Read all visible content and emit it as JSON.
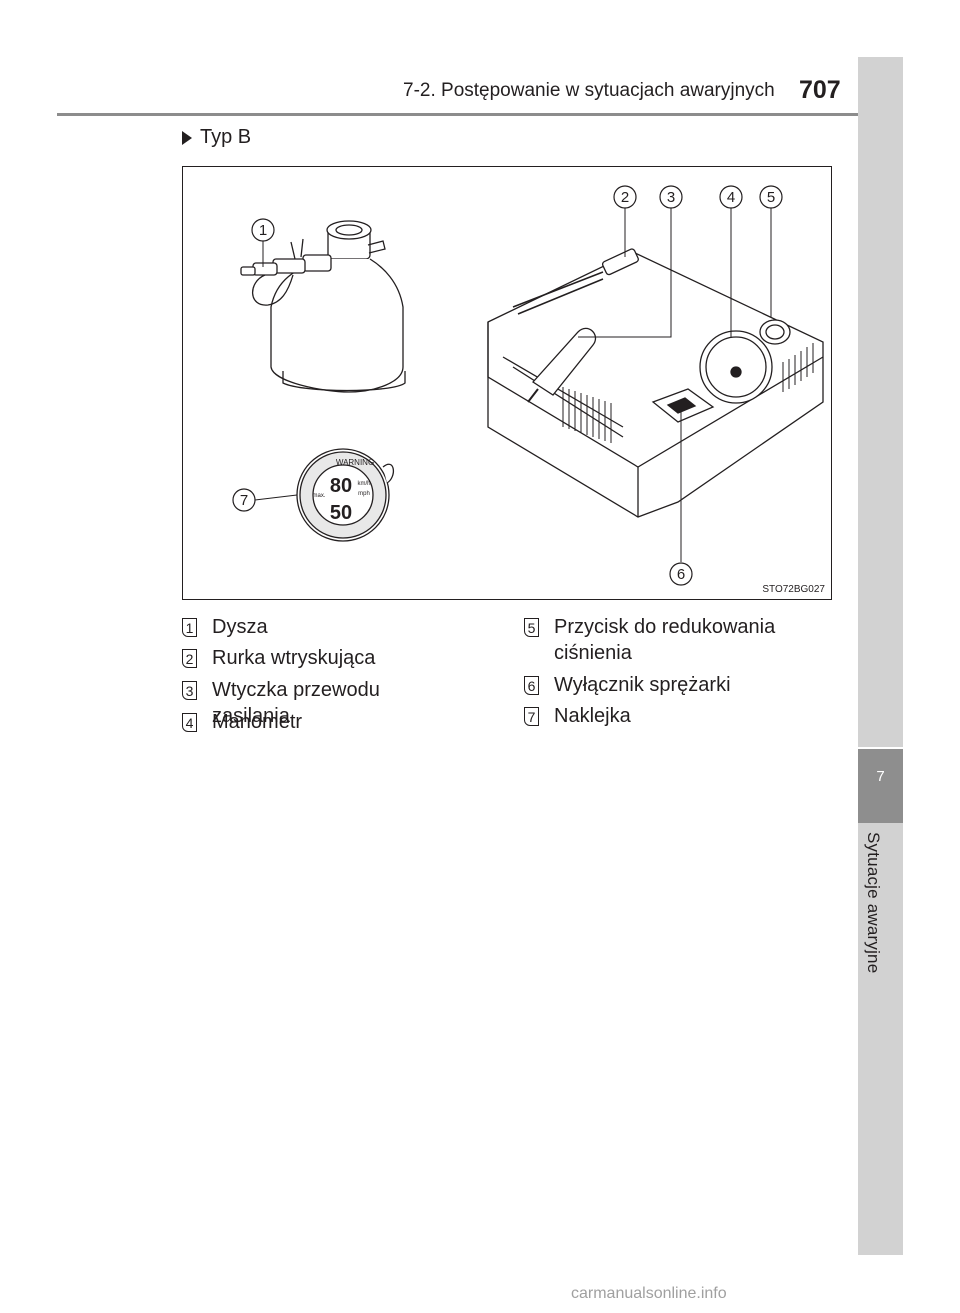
{
  "header": {
    "title": "7-2. Postępowanie w sytuacjach awaryjnych",
    "page_number": "707"
  },
  "sidebar": {
    "chapter_number": "7",
    "chapter_title": "Sytuacje awaryjne"
  },
  "section": {
    "heading": "Typ B"
  },
  "figure": {
    "code": "STO72BG027",
    "callouts": [
      "1",
      "2",
      "3",
      "4",
      "5",
      "6",
      "7"
    ],
    "sticker": {
      "warning": "WARNING",
      "speed_kmh": "80",
      "speed_mph": "50",
      "unit_kmh": "km/h",
      "unit_mph": "mph",
      "max_label": "max."
    }
  },
  "legend": [
    {
      "num": "1",
      "text": "Dysza"
    },
    {
      "num": "2",
      "text": "Rurka wtryskująca"
    },
    {
      "num": "3",
      "text": "Wtyczka przewodu zasilania"
    },
    {
      "num": "4",
      "text": "Manometr"
    },
    {
      "num": "5",
      "text": "Przycisk do redukowania ciśnienia"
    },
    {
      "num": "6",
      "text": "Wyłącznik sprężarki"
    },
    {
      "num": "7",
      "text": "Naklejka"
    }
  ],
  "footer": {
    "watermark": "carmanualsonline.info"
  }
}
